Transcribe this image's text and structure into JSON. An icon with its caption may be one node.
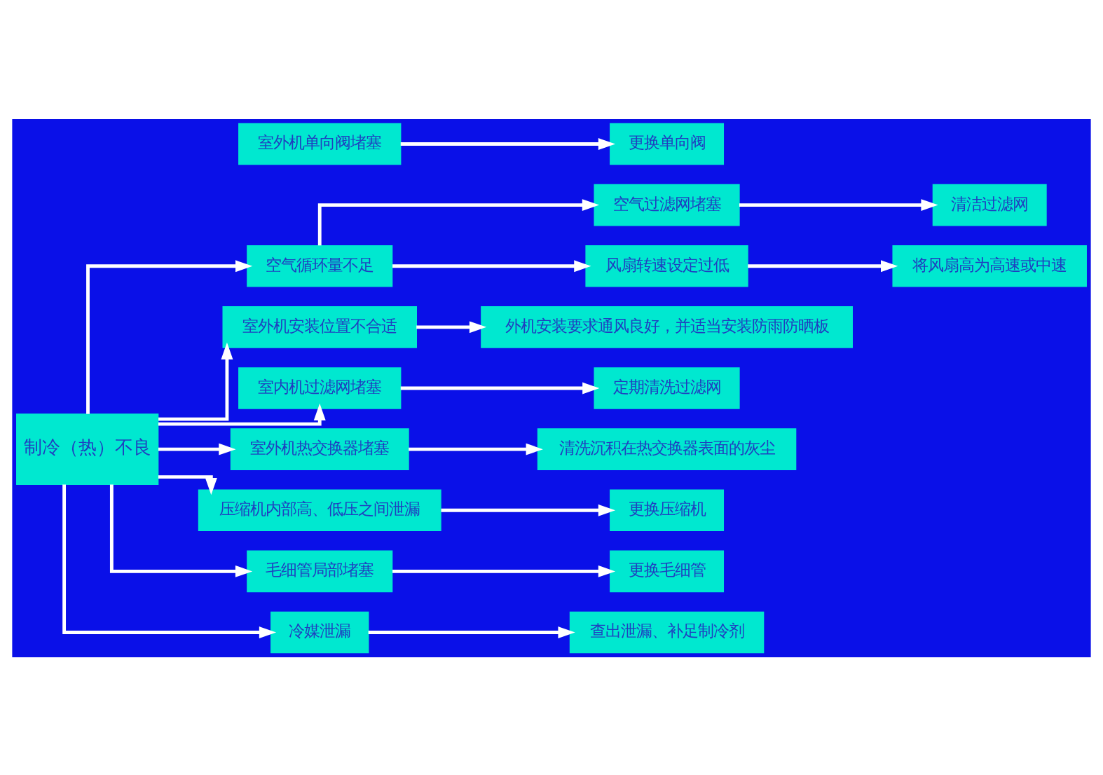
{
  "diagram": {
    "nodes": [
      {
        "text": [
          "制冷（热）不良"
        ]
      },
      {
        "text": [
          "空气循环量不足"
        ]
      },
      {
        "text": [
          "空气过滤网堵塞"
        ]
      },
      {
        "text": [
          "清洁过滤网"
        ]
      },
      {
        "text": [
          "风扇转速设定过低"
        ]
      },
      {
        "text": [
          "将风扇高为高速或中速"
        ]
      },
      {
        "text": [
          "室外机安装位置不合适"
        ]
      },
      {
        "text": [
          "外机安装要求通风良好，并适当安装防雨防晒板"
        ]
      },
      {
        "text": [
          "室内机过滤网堵塞"
        ]
      },
      {
        "text": [
          "定期清洗过滤网"
        ]
      },
      {
        "text": [
          "室外机热交换器堵塞"
        ]
      },
      {
        "text": [
          "清洗沉积在热交换器表面的灰尘"
        ]
      },
      {
        "text": [
          "压缩机内部高、低压之间泄漏"
        ]
      },
      {
        "text": [
          "更换压缩机"
        ]
      },
      {
        "text": [
          "毛细管局部堵塞"
        ]
      },
      {
        "text": [
          "更换毛细管"
        ]
      },
      {
        "text": [
          "冷媒泄漏"
        ]
      },
      {
        "text": [
          "查出泄漏、补足制冷剂"
        ]
      },
      {
        "text": [
          "室外机单向阀堵塞"
        ]
      },
      {
        "text": [
          "更换单向阀"
        ]
      }
    ],
    "edges": [
      {
        "from": 0,
        "to": 1,
        "arrow": "to"
      },
      {
        "from": 0,
        "to": 6,
        "arrow": "to"
      },
      {
        "from": 0,
        "to": 8,
        "arrow": "to"
      },
      {
        "from": 0,
        "to": 10,
        "arrow": "to"
      },
      {
        "from": 0,
        "to": 12,
        "arrow": "to"
      },
      {
        "from": 0,
        "to": 14,
        "arrow": "to"
      },
      {
        "from": 0,
        "to": 16,
        "arrow": "to"
      },
      {
        "from": 1,
        "to": 2,
        "arrow": "to"
      },
      {
        "from": 1,
        "to": 4,
        "arrow": "to"
      },
      {
        "from": 2,
        "to": 3,
        "arrow": "to"
      },
      {
        "from": 4,
        "to": 5,
        "arrow": "to"
      },
      {
        "from": 6,
        "to": 7,
        "arrow": "to"
      },
      {
        "from": 8,
        "to": 9,
        "arrow": "to"
      },
      {
        "from": 10,
        "to": 11,
        "arrow": "to"
      },
      {
        "from": 12,
        "to": 13,
        "arrow": "to"
      },
      {
        "from": 14,
        "to": 15,
        "arrow": "to"
      },
      {
        "from": 16,
        "to": 17,
        "arrow": "to"
      },
      {
        "from": 18,
        "to": 19,
        "arrow": "to"
      }
    ]
  }
}
